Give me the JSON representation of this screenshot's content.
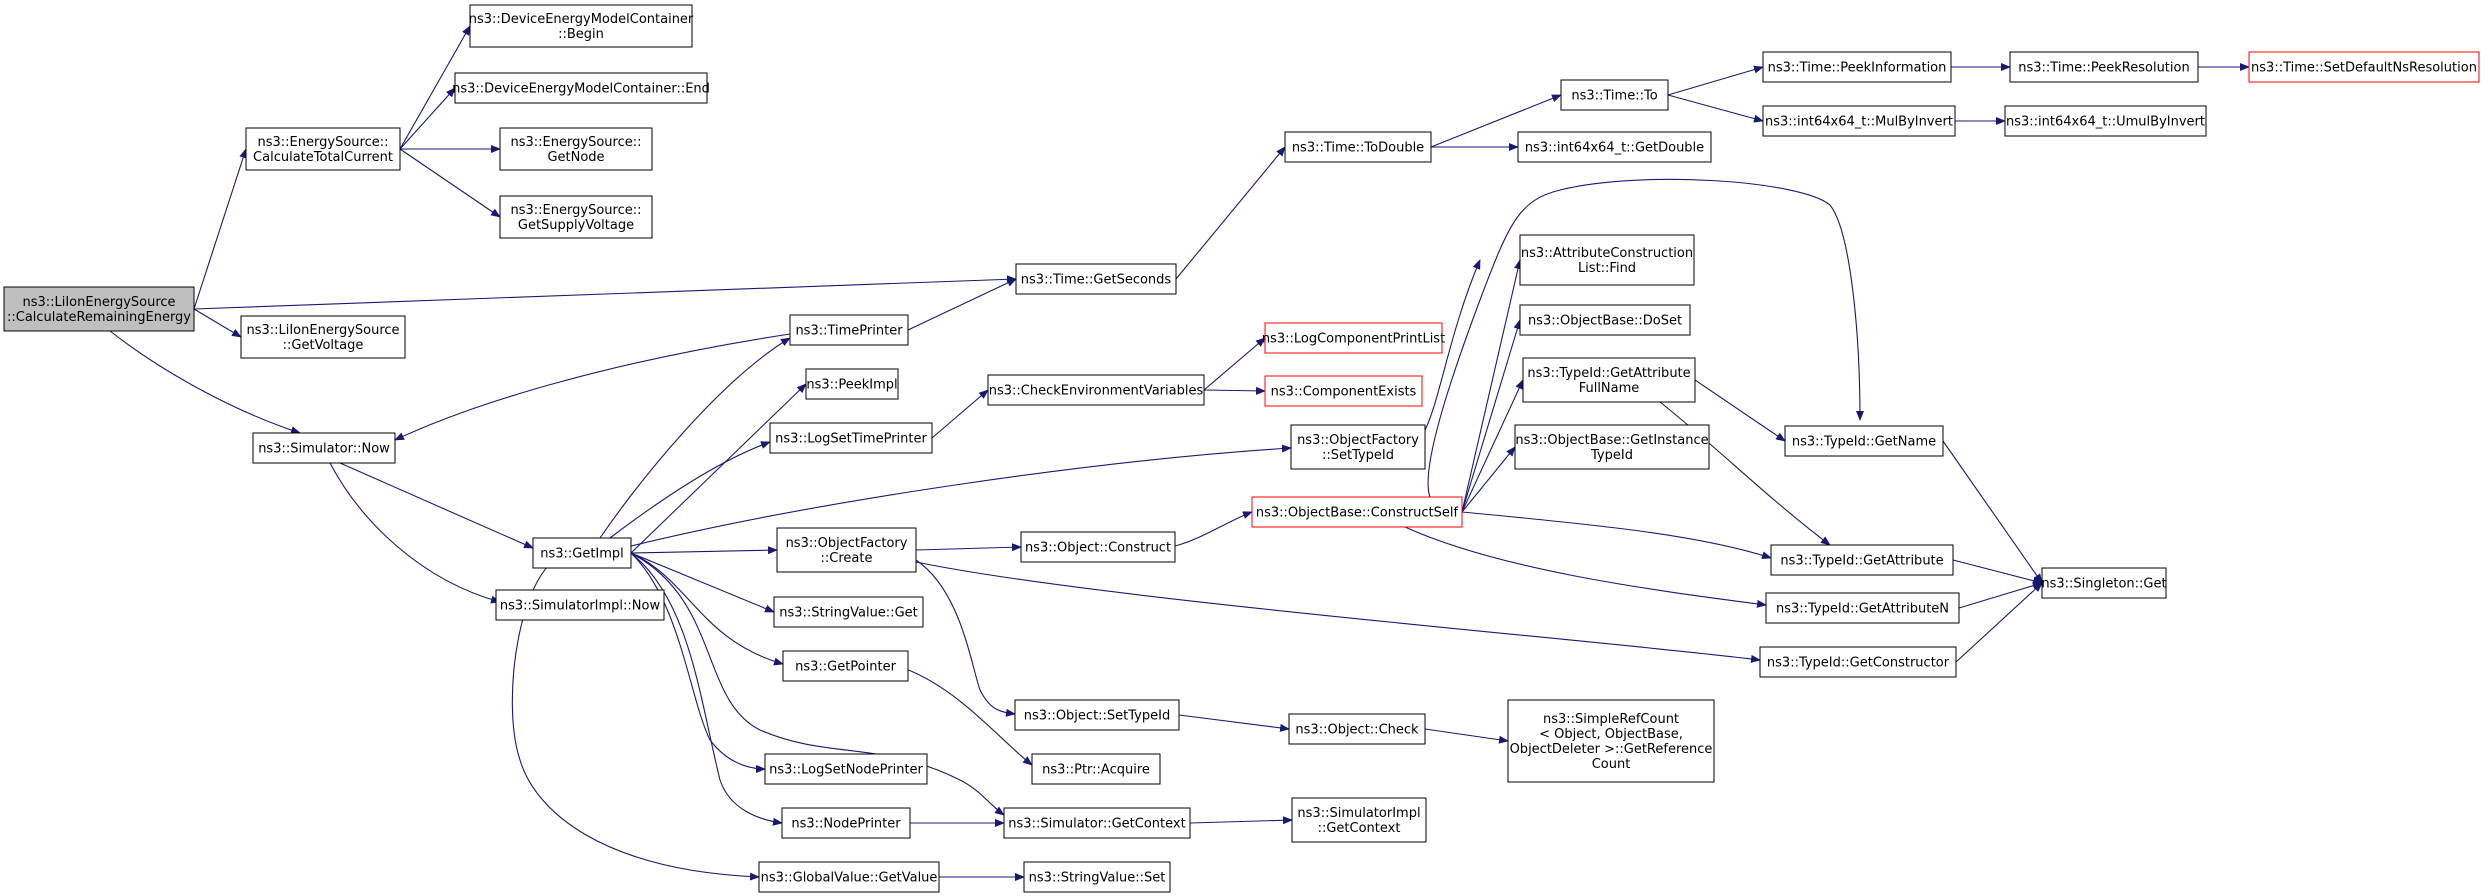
{
  "diagram": {
    "type": "call-graph",
    "nodes": [
      {
        "id": "n1",
        "lines": [
          "ns3::LiIonEnergySource",
          "::CalculateRemainingEnergy"
        ],
        "style": "root"
      },
      {
        "id": "n2",
        "lines": [
          "ns3::EnergySource::",
          "CalculateTotalCurrent"
        ],
        "style": "normal"
      },
      {
        "id": "n3",
        "lines": [
          "ns3::DeviceEnergyModelContainer",
          "::Begin"
        ],
        "style": "normal"
      },
      {
        "id": "n4",
        "lines": [
          "ns3::DeviceEnergyModelContainer::End"
        ],
        "style": "normal"
      },
      {
        "id": "n5",
        "lines": [
          "ns3::EnergySource::",
          "GetNode"
        ],
        "style": "normal"
      },
      {
        "id": "n6",
        "lines": [
          "ns3::EnergySource::",
          "GetSupplyVoltage"
        ],
        "style": "normal"
      },
      {
        "id": "n7",
        "lines": [
          "ns3::Time::GetSeconds"
        ],
        "style": "normal"
      },
      {
        "id": "n8",
        "lines": [
          "ns3::LiIonEnergySource",
          "::GetVoltage"
        ],
        "style": "normal"
      },
      {
        "id": "n9",
        "lines": [
          "ns3::Simulator::Now"
        ],
        "style": "normal"
      },
      {
        "id": "n10",
        "lines": [
          "ns3::Time::ToDouble"
        ],
        "style": "normal"
      },
      {
        "id": "n11",
        "lines": [
          "ns3::Time::To"
        ],
        "style": "normal"
      },
      {
        "id": "n12",
        "lines": [
          "ns3::int64x64_t::GetDouble"
        ],
        "style": "normal"
      },
      {
        "id": "n13",
        "lines": [
          "ns3::Time::PeekInformation"
        ],
        "style": "normal"
      },
      {
        "id": "n14",
        "lines": [
          "ns3::int64x64_t::MulByInvert"
        ],
        "style": "normal"
      },
      {
        "id": "n15",
        "lines": [
          "ns3::Time::PeekResolution"
        ],
        "style": "normal"
      },
      {
        "id": "n16",
        "lines": [
          "ns3::Time::SetDefaultNsResolution"
        ],
        "style": "red"
      },
      {
        "id": "n17",
        "lines": [
          "ns3::int64x64_t::UmulByInvert"
        ],
        "style": "normal"
      },
      {
        "id": "n18",
        "lines": [
          "ns3::TimePrinter"
        ],
        "style": "normal"
      },
      {
        "id": "n19",
        "lines": [
          "ns3::PeekImpl"
        ],
        "style": "normal"
      },
      {
        "id": "n20",
        "lines": [
          "ns3::LogSetTimePrinter"
        ],
        "style": "normal"
      },
      {
        "id": "n21",
        "lines": [
          "ns3::CheckEnvironmentVariables"
        ],
        "style": "normal"
      },
      {
        "id": "n22",
        "lines": [
          "ns3::LogComponentPrintList"
        ],
        "style": "red"
      },
      {
        "id": "n23",
        "lines": [
          "ns3::ComponentExists"
        ],
        "style": "red"
      },
      {
        "id": "n24",
        "lines": [
          "ns3::AttributeConstruction",
          "List::Find"
        ],
        "style": "normal"
      },
      {
        "id": "n25",
        "lines": [
          "ns3::ObjectBase::DoSet"
        ],
        "style": "normal"
      },
      {
        "id": "n26",
        "lines": [
          "ns3::TypeId::GetAttribute",
          "FullName"
        ],
        "style": "normal"
      },
      {
        "id": "n27",
        "lines": [
          "ns3::ObjectBase::GetInstance",
          "TypeId"
        ],
        "style": "normal"
      },
      {
        "id": "n28",
        "lines": [
          "ns3::TypeId::GetName"
        ],
        "style": "normal"
      },
      {
        "id": "n29",
        "lines": [
          "ns3::ObjectFactory",
          "::SetTypeId"
        ],
        "style": "normal"
      },
      {
        "id": "n30",
        "lines": [
          "ns3::ObjectBase::ConstructSelf"
        ],
        "style": "red"
      },
      {
        "id": "n31",
        "lines": [
          "ns3::GetImpl"
        ],
        "style": "normal"
      },
      {
        "id": "n32",
        "lines": [
          "ns3::SimulatorImpl::Now"
        ],
        "style": "normal"
      },
      {
        "id": "n33",
        "lines": [
          "ns3::ObjectFactory",
          "::Create"
        ],
        "style": "normal"
      },
      {
        "id": "n34",
        "lines": [
          "ns3::Object::Construct"
        ],
        "style": "normal"
      },
      {
        "id": "n35",
        "lines": [
          "ns3::TypeId::GetAttribute"
        ],
        "style": "normal"
      },
      {
        "id": "n36",
        "lines": [
          "ns3::Singleton::Get"
        ],
        "style": "normal"
      },
      {
        "id": "n37",
        "lines": [
          "ns3::TypeId::GetAttributeN"
        ],
        "style": "normal"
      },
      {
        "id": "n38",
        "lines": [
          "ns3::StringValue::Get"
        ],
        "style": "normal"
      },
      {
        "id": "n39",
        "lines": [
          "ns3::TypeId::GetConstructor"
        ],
        "style": "normal"
      },
      {
        "id": "n40",
        "lines": [
          "ns3::GetPointer"
        ],
        "style": "normal"
      },
      {
        "id": "n41",
        "lines": [
          "ns3::Object::SetTypeId"
        ],
        "style": "normal"
      },
      {
        "id": "n42",
        "lines": [
          "ns3::Object::Check"
        ],
        "style": "normal"
      },
      {
        "id": "n43",
        "lines": [
          "ns3::SimpleRefCount",
          "< Object, ObjectBase,",
          "ObjectDeleter >::GetReference",
          "Count"
        ],
        "style": "normal"
      },
      {
        "id": "n44",
        "lines": [
          "ns3::LogSetNodePrinter"
        ],
        "style": "normal"
      },
      {
        "id": "n45",
        "lines": [
          "ns3::Ptr::Acquire"
        ],
        "style": "normal"
      },
      {
        "id": "n46",
        "lines": [
          "ns3::NodePrinter"
        ],
        "style": "normal"
      },
      {
        "id": "n47",
        "lines": [
          "ns3::Simulator::GetContext"
        ],
        "style": "normal"
      },
      {
        "id": "n48",
        "lines": [
          "ns3::SimulatorImpl",
          "::GetContext"
        ],
        "style": "normal"
      },
      {
        "id": "n49",
        "lines": [
          "ns3::GlobalValue::GetValue"
        ],
        "style": "normal"
      },
      {
        "id": "n50",
        "lines": [
          "ns3::StringValue::Set"
        ],
        "style": "normal"
      }
    ],
    "edges": [
      [
        "n1",
        "n2"
      ],
      [
        "n1",
        "n7"
      ],
      [
        "n1",
        "n8"
      ],
      [
        "n1",
        "n9"
      ],
      [
        "n2",
        "n3"
      ],
      [
        "n2",
        "n4"
      ],
      [
        "n2",
        "n5"
      ],
      [
        "n2",
        "n6"
      ],
      [
        "n7",
        "n10"
      ],
      [
        "n10",
        "n11"
      ],
      [
        "n10",
        "n12"
      ],
      [
        "n11",
        "n13"
      ],
      [
        "n11",
        "n14"
      ],
      [
        "n13",
        "n15"
      ],
      [
        "n15",
        "n16"
      ],
      [
        "n14",
        "n17"
      ],
      [
        "n9",
        "n31"
      ],
      [
        "n9",
        "n32"
      ],
      [
        "n18",
        "n7"
      ],
      [
        "n18",
        "n9"
      ],
      [
        "n20",
        "n21"
      ],
      [
        "n21",
        "n22"
      ],
      [
        "n21",
        "n23"
      ],
      [
        "n29",
        "n28"
      ],
      [
        "n30",
        "n24"
      ],
      [
        "n30",
        "n25"
      ],
      [
        "n30",
        "n26"
      ],
      [
        "n30",
        "n27"
      ],
      [
        "n30",
        "n28"
      ],
      [
        "n30",
        "n35"
      ],
      [
        "n30",
        "n37"
      ],
      [
        "n26",
        "n28"
      ],
      [
        "n26",
        "n35"
      ],
      [
        "n28",
        "n36"
      ],
      [
        "n35",
        "n36"
      ],
      [
        "n37",
        "n36"
      ],
      [
        "n39",
        "n36"
      ],
      [
        "n31",
        "n18"
      ],
      [
        "n31",
        "n19"
      ],
      [
        "n31",
        "n20"
      ],
      [
        "n31",
        "n29"
      ],
      [
        "n31",
        "n33"
      ],
      [
        "n31",
        "n38"
      ],
      [
        "n31",
        "n40"
      ],
      [
        "n31",
        "n44"
      ],
      [
        "n31",
        "n46"
      ],
      [
        "n31",
        "n47"
      ],
      [
        "n31",
        "n49"
      ],
      [
        "n33",
        "n34"
      ],
      [
        "n33",
        "n41"
      ],
      [
        "n33",
        "n39"
      ],
      [
        "n34",
        "n30"
      ],
      [
        "n41",
        "n42"
      ],
      [
        "n42",
        "n43"
      ],
      [
        "n40",
        "n45"
      ],
      [
        "n46",
        "n47"
      ],
      [
        "n47",
        "n48"
      ],
      [
        "n49",
        "n50"
      ]
    ]
  }
}
